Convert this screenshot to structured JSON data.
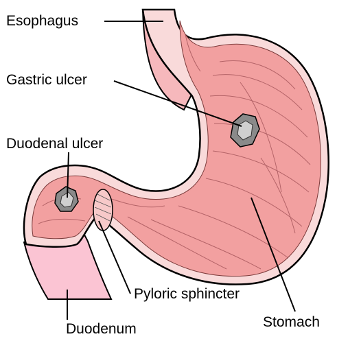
{
  "diagram": {
    "labels": {
      "esophagus": "Esophagus",
      "gastric_ulcer": "Gastric ulcer",
      "duodenal_ulcer": "Duodenal ulcer",
      "pyloric_sphincter": "Pyloric sphincter",
      "stomach": "Stomach",
      "duodenum": "Duodenum"
    },
    "colors": {
      "tissue": "#f2a0a0",
      "tissue_dark": "#e07f86",
      "wall": "#f9dada",
      "duodenum": "#fbc4d3",
      "ulcer": "#8a8a8a",
      "ulcer_core": "#cfcfcf",
      "outline": "#000000"
    }
  }
}
